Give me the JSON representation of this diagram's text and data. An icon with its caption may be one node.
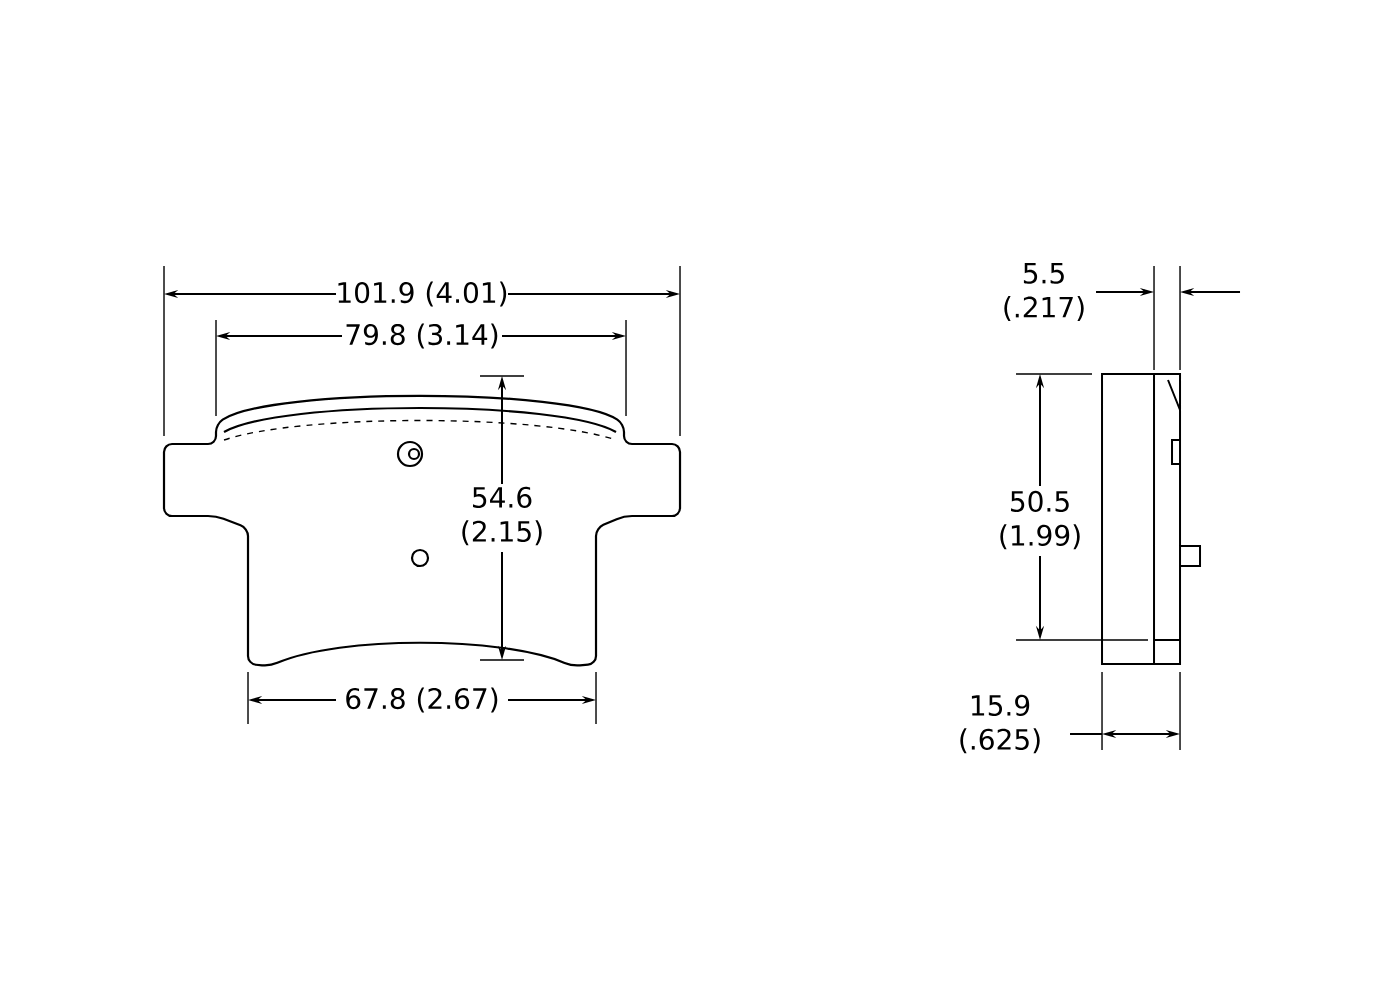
{
  "diagram": {
    "labels": [
      "101.9 (4.01)",
      "79.8 (3.14)",
      "54.6 (2.15)",
      "67.8 (2.67)",
      "5.5 (.217)",
      "50.5 (1.99)",
      "15.9 (.625)"
    ]
  }
}
